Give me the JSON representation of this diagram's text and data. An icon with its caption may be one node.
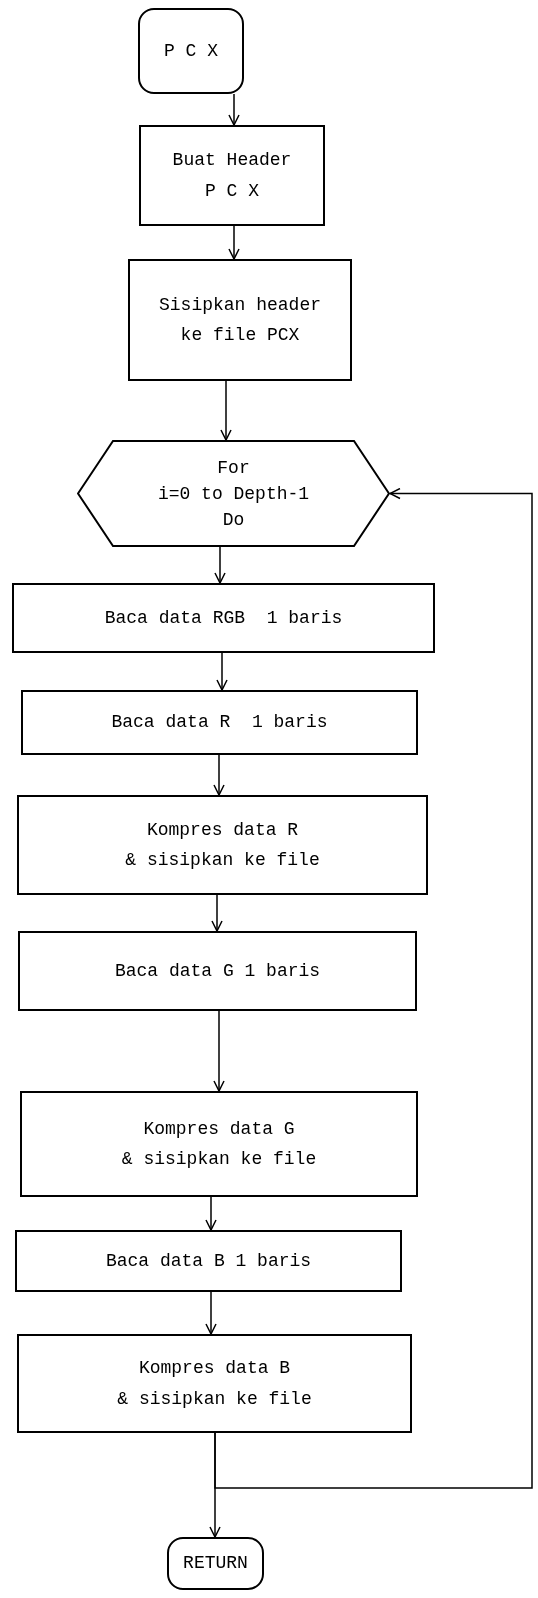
{
  "diagram": {
    "nodes": [
      {
        "text": [
          "P C X"
        ]
      },
      {
        "text": [
          "Buat Header",
          "P C X"
        ]
      },
      {
        "text": [
          "Sisipkan header",
          "ke file PCX"
        ]
      },
      {
        "text": [
          "For",
          "i=0 to Depth-1",
          "Do"
        ]
      },
      {
        "text": [
          "Baca data RGB  1 baris"
        ]
      },
      {
        "text": [
          "Baca data R  1 baris"
        ]
      },
      {
        "text": [
          "Kompres data R",
          "& sisipkan ke file"
        ]
      },
      {
        "text": [
          "Baca data G 1 baris"
        ]
      },
      {
        "text": [
          "Kompres data G",
          "& sisipkan ke file"
        ]
      },
      {
        "text": [
          "Baca data B 1 baris"
        ]
      },
      {
        "text": [
          "Kompres data B",
          "& sisipkan ke file"
        ]
      },
      {
        "text": [
          "RETURN"
        ]
      }
    ],
    "edges": [
      {
        "from": 0,
        "to": 1,
        "arrow": "to"
      },
      {
        "from": 1,
        "to": 2,
        "arrow": "to"
      },
      {
        "from": 2,
        "to": 3,
        "arrow": "to"
      },
      {
        "from": 3,
        "to": 4,
        "arrow": "to"
      },
      {
        "from": 4,
        "to": 5,
        "arrow": "to"
      },
      {
        "from": 5,
        "to": 6,
        "arrow": "to"
      },
      {
        "from": 6,
        "to": 7,
        "arrow": "to"
      },
      {
        "from": 7,
        "to": 8,
        "arrow": "to"
      },
      {
        "from": 8,
        "to": 9,
        "arrow": "to"
      },
      {
        "from": 9,
        "to": 10,
        "arrow": "to"
      },
      {
        "from": 10,
        "to": 11,
        "arrow": "to"
      },
      {
        "from": 10,
        "to": 3,
        "arrow": "to"
      }
    ]
  }
}
